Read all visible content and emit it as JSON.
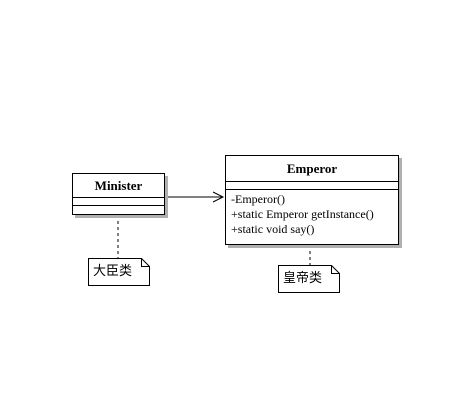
{
  "diagram": {
    "classes": {
      "minister": {
        "name": "Minister",
        "attributes": [],
        "operations": []
      },
      "emperor": {
        "name": "Emperor",
        "attributes": [],
        "operations": [
          "-Emperor()",
          "+static Emperor getInstance()",
          "+static void say()"
        ]
      }
    },
    "notes": {
      "minister_note": "大臣类",
      "emperor_note": "皇帝类"
    },
    "relations": [
      {
        "from": "Minister",
        "to": "Emperor",
        "kind": "dependency"
      }
    ],
    "colors": {
      "line": "#000000",
      "shadow": "#b0b0b0",
      "background": "#ffffff"
    }
  }
}
